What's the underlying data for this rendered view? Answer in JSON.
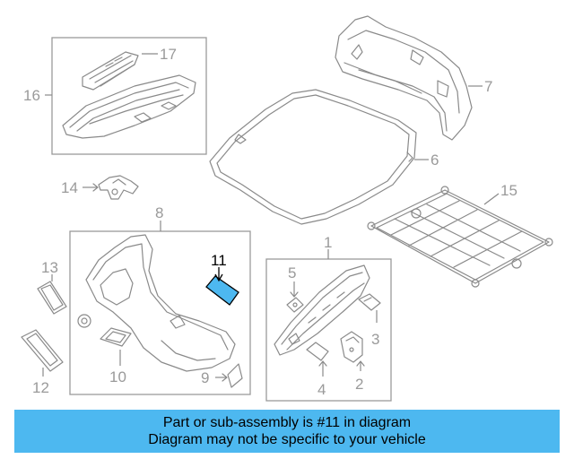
{
  "callouts": {
    "c1": "1",
    "c2": "2",
    "c3": "3",
    "c4": "4",
    "c5": "5",
    "c6": "6",
    "c7": "7",
    "c8": "8",
    "c9": "9",
    "c10": "10",
    "c11": "11",
    "c12": "12",
    "c13": "13",
    "c14": "14",
    "c15": "15",
    "c16": "16",
    "c17": "17"
  },
  "highlight": {
    "part_number": "11",
    "color": "#4db8f0"
  },
  "banner": {
    "line1": "Part or sub-assembly is #11 in diagram",
    "line2": "Diagram may not be specific to your vehicle",
    "background": "#4db8f0"
  }
}
